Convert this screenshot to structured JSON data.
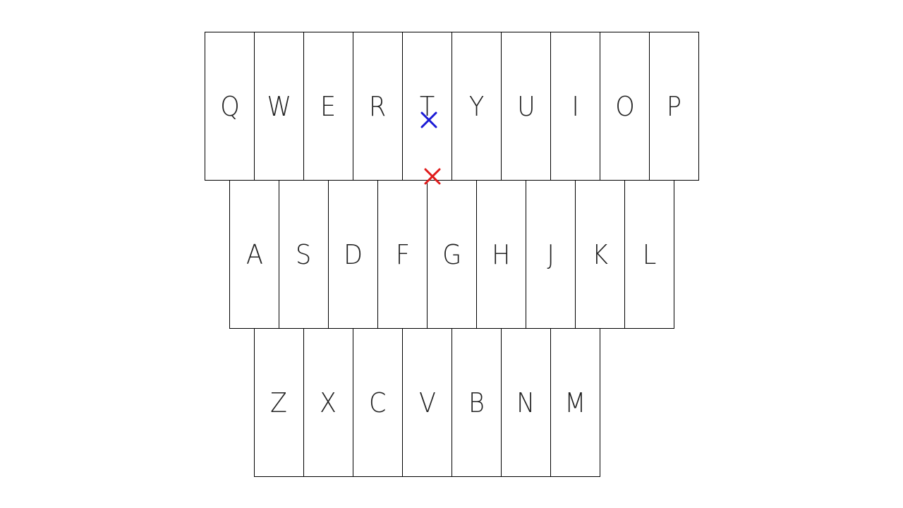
{
  "keyboard": {
    "rows": [
      [
        "Q",
        "W",
        "E",
        "R",
        "T",
        "Y",
        "U",
        "I",
        "O",
        "P"
      ],
      [
        "A",
        "S",
        "D",
        "F",
        "G",
        "H",
        "J",
        "K",
        "L"
      ],
      [
        "Z",
        "X",
        "C",
        "V",
        "B",
        "N",
        "M"
      ]
    ]
  },
  "markers": [
    {
      "name": "blue-x-marker",
      "color": "#1a1ad6"
    },
    {
      "name": "red-x-marker",
      "color": "#e01b1b"
    }
  ]
}
